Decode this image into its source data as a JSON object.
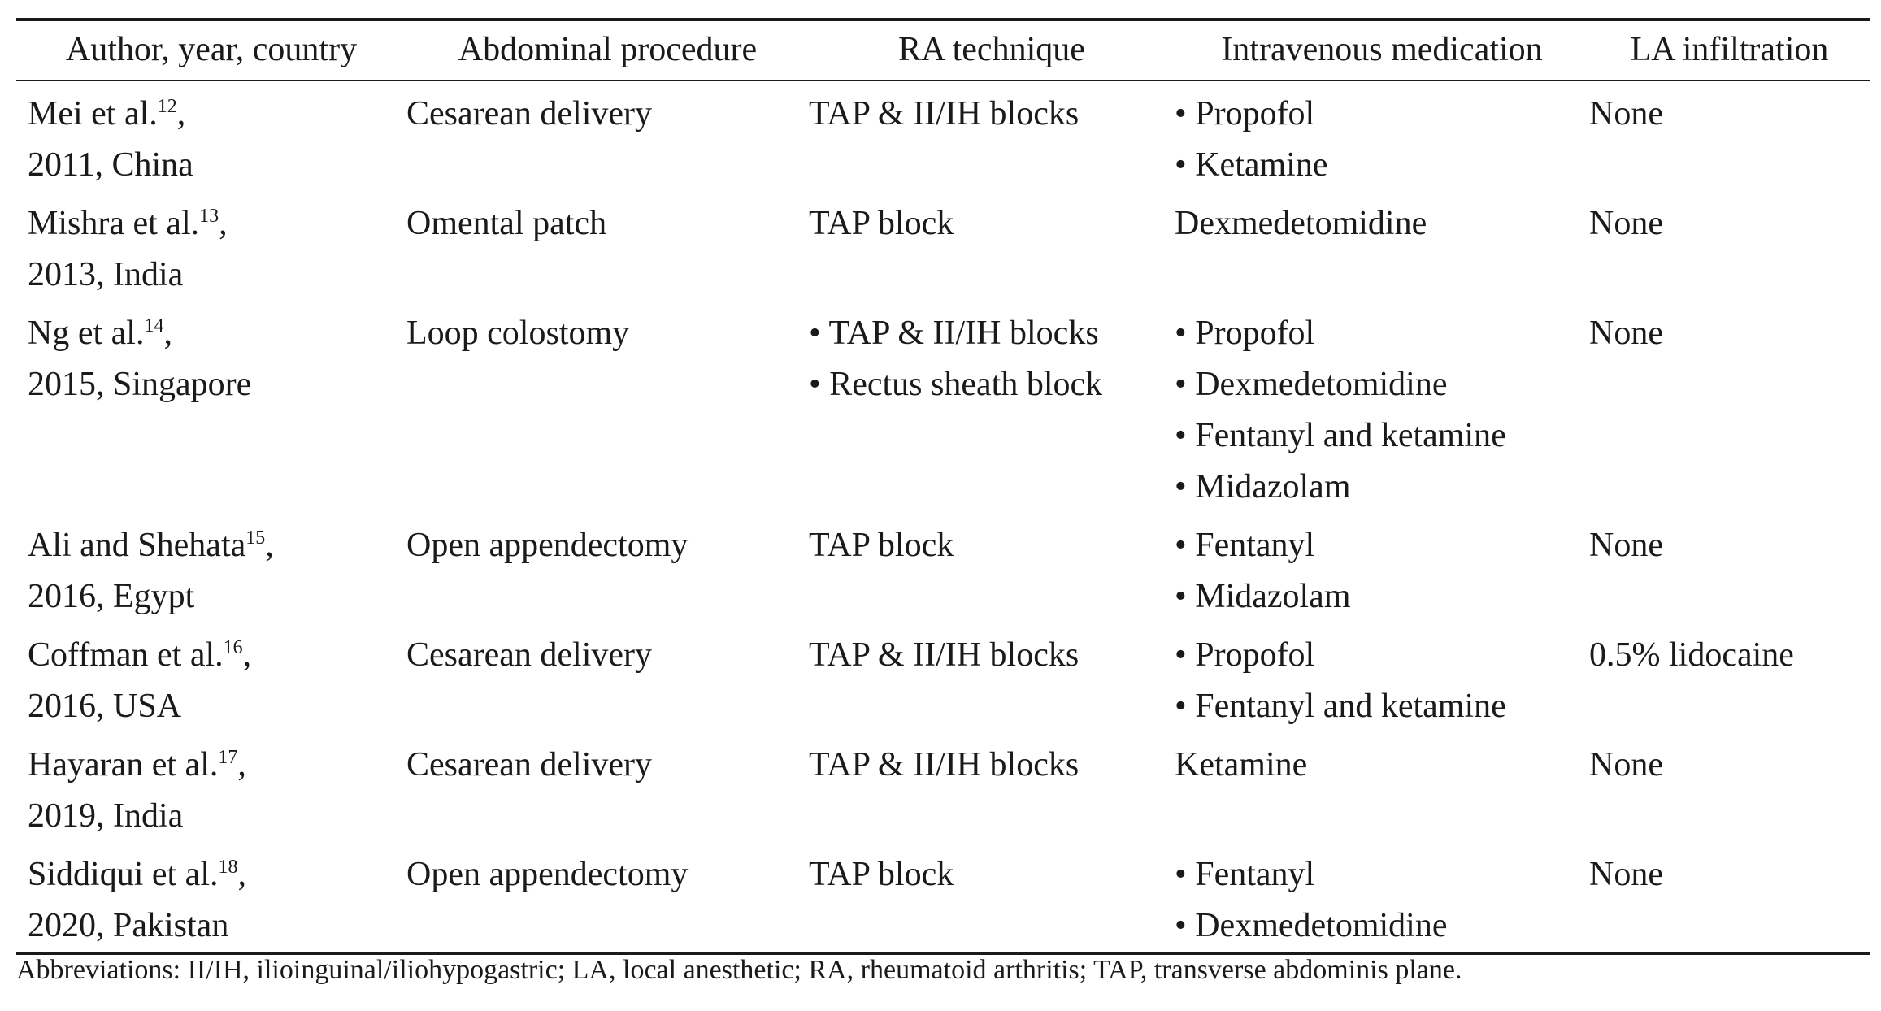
{
  "table": {
    "headers": [
      "Author, year, country",
      "Abdominal procedure",
      "RA technique",
      "Intravenous medication",
      "LA infiltration"
    ],
    "rows": [
      {
        "author": "Mei et al.",
        "ref": "12",
        "year_country": "2011, China",
        "procedure": "Cesarean delivery",
        "ra": [
          "TAP & II/IH blocks"
        ],
        "ra_bulleted": false,
        "iv": [
          "Propofol",
          "Ketamine"
        ],
        "iv_bulleted": true,
        "la": "None"
      },
      {
        "author": "Mishra et al.",
        "ref": "13",
        "year_country": "2013, India",
        "procedure": "Omental patch",
        "ra": [
          "TAP block"
        ],
        "ra_bulleted": false,
        "iv": [
          "Dexmedetomidine"
        ],
        "iv_bulleted": false,
        "la": "None"
      },
      {
        "author": "Ng et al.",
        "ref": "14",
        "year_country": "2015, Singapore",
        "procedure": "Loop colostomy",
        "ra": [
          "TAP & II/IH blocks",
          "Rectus sheath block"
        ],
        "ra_bulleted": true,
        "iv": [
          "Propofol",
          "Dexmedetomidine",
          "Fentanyl and ketamine",
          "Midazolam"
        ],
        "iv_bulleted": true,
        "la": "None"
      },
      {
        "author": "Ali and Shehata",
        "ref": "15",
        "year_country": "2016, Egypt",
        "procedure": "Open appendectomy",
        "ra": [
          "TAP block"
        ],
        "ra_bulleted": false,
        "iv": [
          "Fentanyl",
          "Midazolam"
        ],
        "iv_bulleted": true,
        "la": "None"
      },
      {
        "author": "Coffman et al.",
        "ref": "16",
        "year_country": "2016, USA",
        "procedure": "Cesarean delivery",
        "ra": [
          "TAP & II/IH blocks"
        ],
        "ra_bulleted": false,
        "iv": [
          "Propofol",
          "Fentanyl and ketamine"
        ],
        "iv_bulleted": true,
        "la": "0.5% lidocaine"
      },
      {
        "author": "Hayaran et al.",
        "ref": "17",
        "year_country": "2019, India",
        "procedure": "Cesarean delivery",
        "ra": [
          "TAP & II/IH blocks"
        ],
        "ra_bulleted": false,
        "iv": [
          "Ketamine"
        ],
        "iv_bulleted": false,
        "la": "None"
      },
      {
        "author": "Siddiqui et al.",
        "ref": "18",
        "year_country": "2020, Pakistan",
        "procedure": "Open appendectomy",
        "ra": [
          "TAP block"
        ],
        "ra_bulleted": false,
        "iv": [
          "Fentanyl",
          "Dexmedetomidine"
        ],
        "iv_bulleted": true,
        "la": "None"
      }
    ]
  },
  "footnote": "Abbreviations: II/IH, ilioinguinal/iliohypogastric; LA, local anesthetic; RA, rheumatoid arthritis; TAP, transverse abdominis plane."
}
